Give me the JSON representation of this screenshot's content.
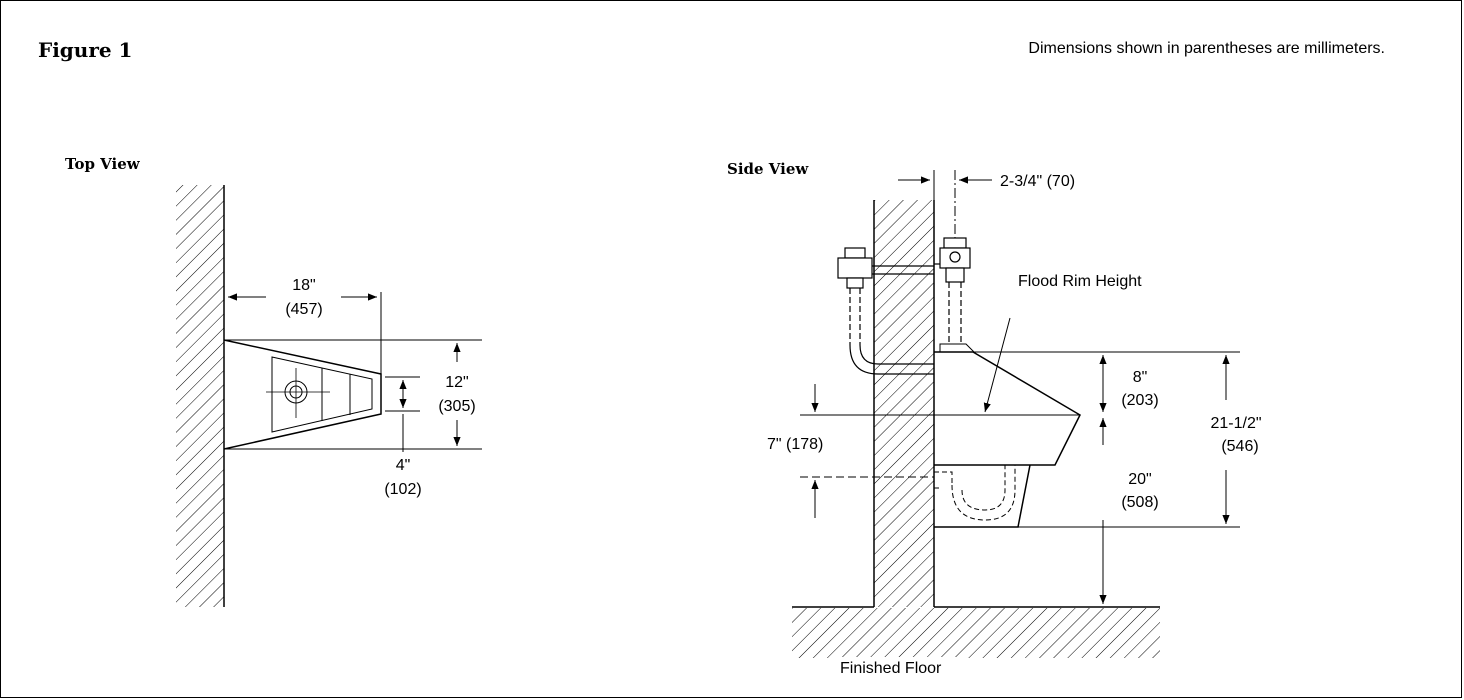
{
  "figure": {
    "title": "Figure 1",
    "note": "Dimensions shown in parentheses are millimeters."
  },
  "top_view": {
    "title": "Top View",
    "dim_width": {
      "in": "18\"",
      "mm": "(457)"
    },
    "dim_depth": {
      "in": "12\"",
      "mm": "(305)"
    },
    "dim_drain": {
      "in": "4\"",
      "mm": "(102)"
    }
  },
  "side_view": {
    "title": "Side View",
    "dim_valve_offset": "2-3/4\" (70)",
    "flood_rim_label": "Flood Rim Height",
    "dim_rim_to_top": {
      "in": "8\"",
      "mm": "(203)"
    },
    "dim_supply_spacing": "7\" (178)",
    "dim_rim_to_floor": {
      "in": "20\"",
      "mm": "(508)"
    },
    "dim_overall": {
      "in": "21-1/2\"",
      "mm": "(546)"
    },
    "floor_label": "Finished Floor"
  }
}
